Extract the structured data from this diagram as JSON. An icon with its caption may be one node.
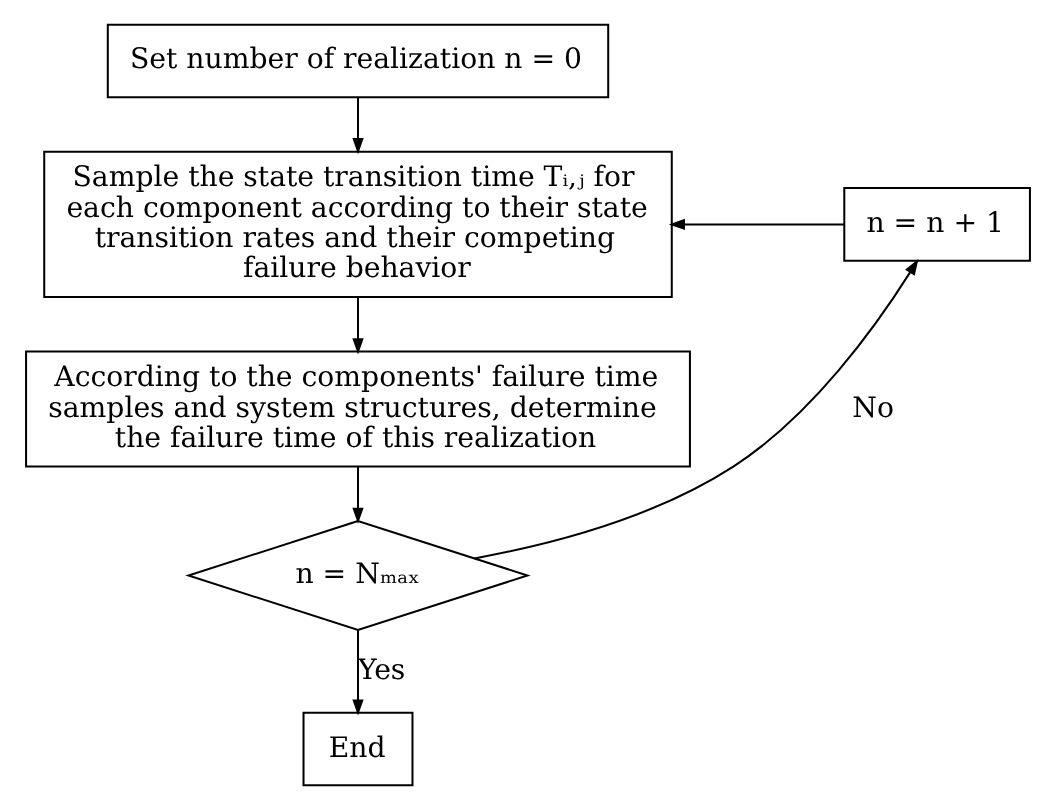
{
  "diagram": {
    "nodes": [
      {
        "text": [
          "Set number of realization n = 0"
        ]
      },
      {
        "text": [
          "Sample the state transition time Tᵢ,ⱼ for each component according to their state transition rates and their competing failure behavior"
        ]
      },
      {
        "text": [
          "According to the components' failure time samples and system structures, determine the failure time of this realization"
        ]
      },
      {
        "text": [
          "n = Nₘₐₓ"
        ]
      },
      {
        "text": [
          "End"
        ]
      },
      {
        "text": [
          "n = n + 1"
        ]
      }
    ],
    "edges": [
      {
        "from": 0,
        "to": 1,
        "arrow": "to"
      },
      {
        "from": 1,
        "to": 2,
        "arrow": "to"
      },
      {
        "from": 2,
        "to": 3,
        "arrow": "to"
      },
      {
        "from": 3,
        "to": 4,
        "arrow": "to",
        "label": "Yes"
      },
      {
        "from": 3,
        "to": 5,
        "arrow": "to",
        "label": "No"
      },
      {
        "from": 5,
        "to": 1,
        "arrow": "to"
      }
    ]
  }
}
